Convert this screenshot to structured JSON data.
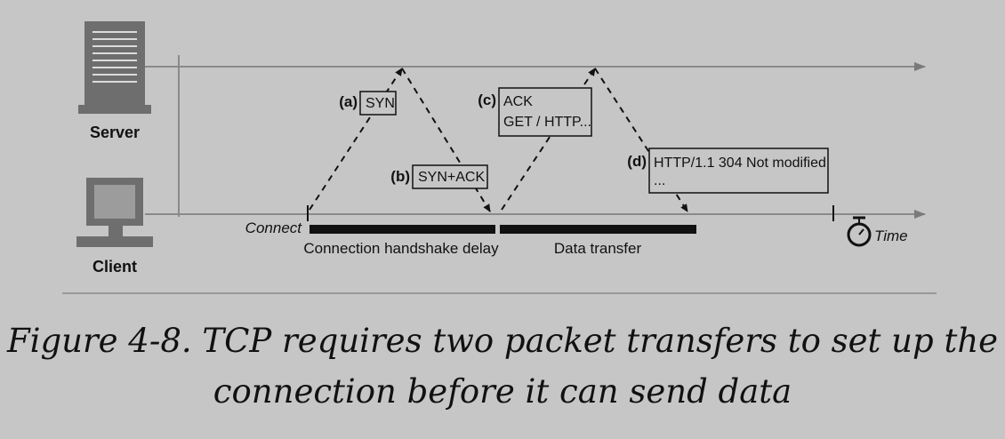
{
  "actors": {
    "server": "Server",
    "client": "Client"
  },
  "events": {
    "connect": "Connect",
    "time": "Time"
  },
  "packets": {
    "a": {
      "letter": "(a)",
      "lines": [
        "SYN"
      ]
    },
    "b": {
      "letter": "(b)",
      "lines": [
        "SYN+ACK"
      ]
    },
    "c": {
      "letter": "(c)",
      "lines": [
        "ACK",
        "GET / HTTP..."
      ]
    },
    "d": {
      "letter": "(d)",
      "lines": [
        "HTTP/1.1 304 Not modified",
        "..."
      ]
    }
  },
  "phases": {
    "handshake": "Connection handshake delay",
    "transfer": "Data transfer"
  },
  "caption": {
    "line1": "Figure 4-8. TCP requires two packet transfers to set up the",
    "line2": "connection before it can send data"
  },
  "colors": {
    "background": "#c6c6c6",
    "ink": "#111111",
    "icon": "#6e6e6e",
    "rule": "#8a8a8a"
  }
}
